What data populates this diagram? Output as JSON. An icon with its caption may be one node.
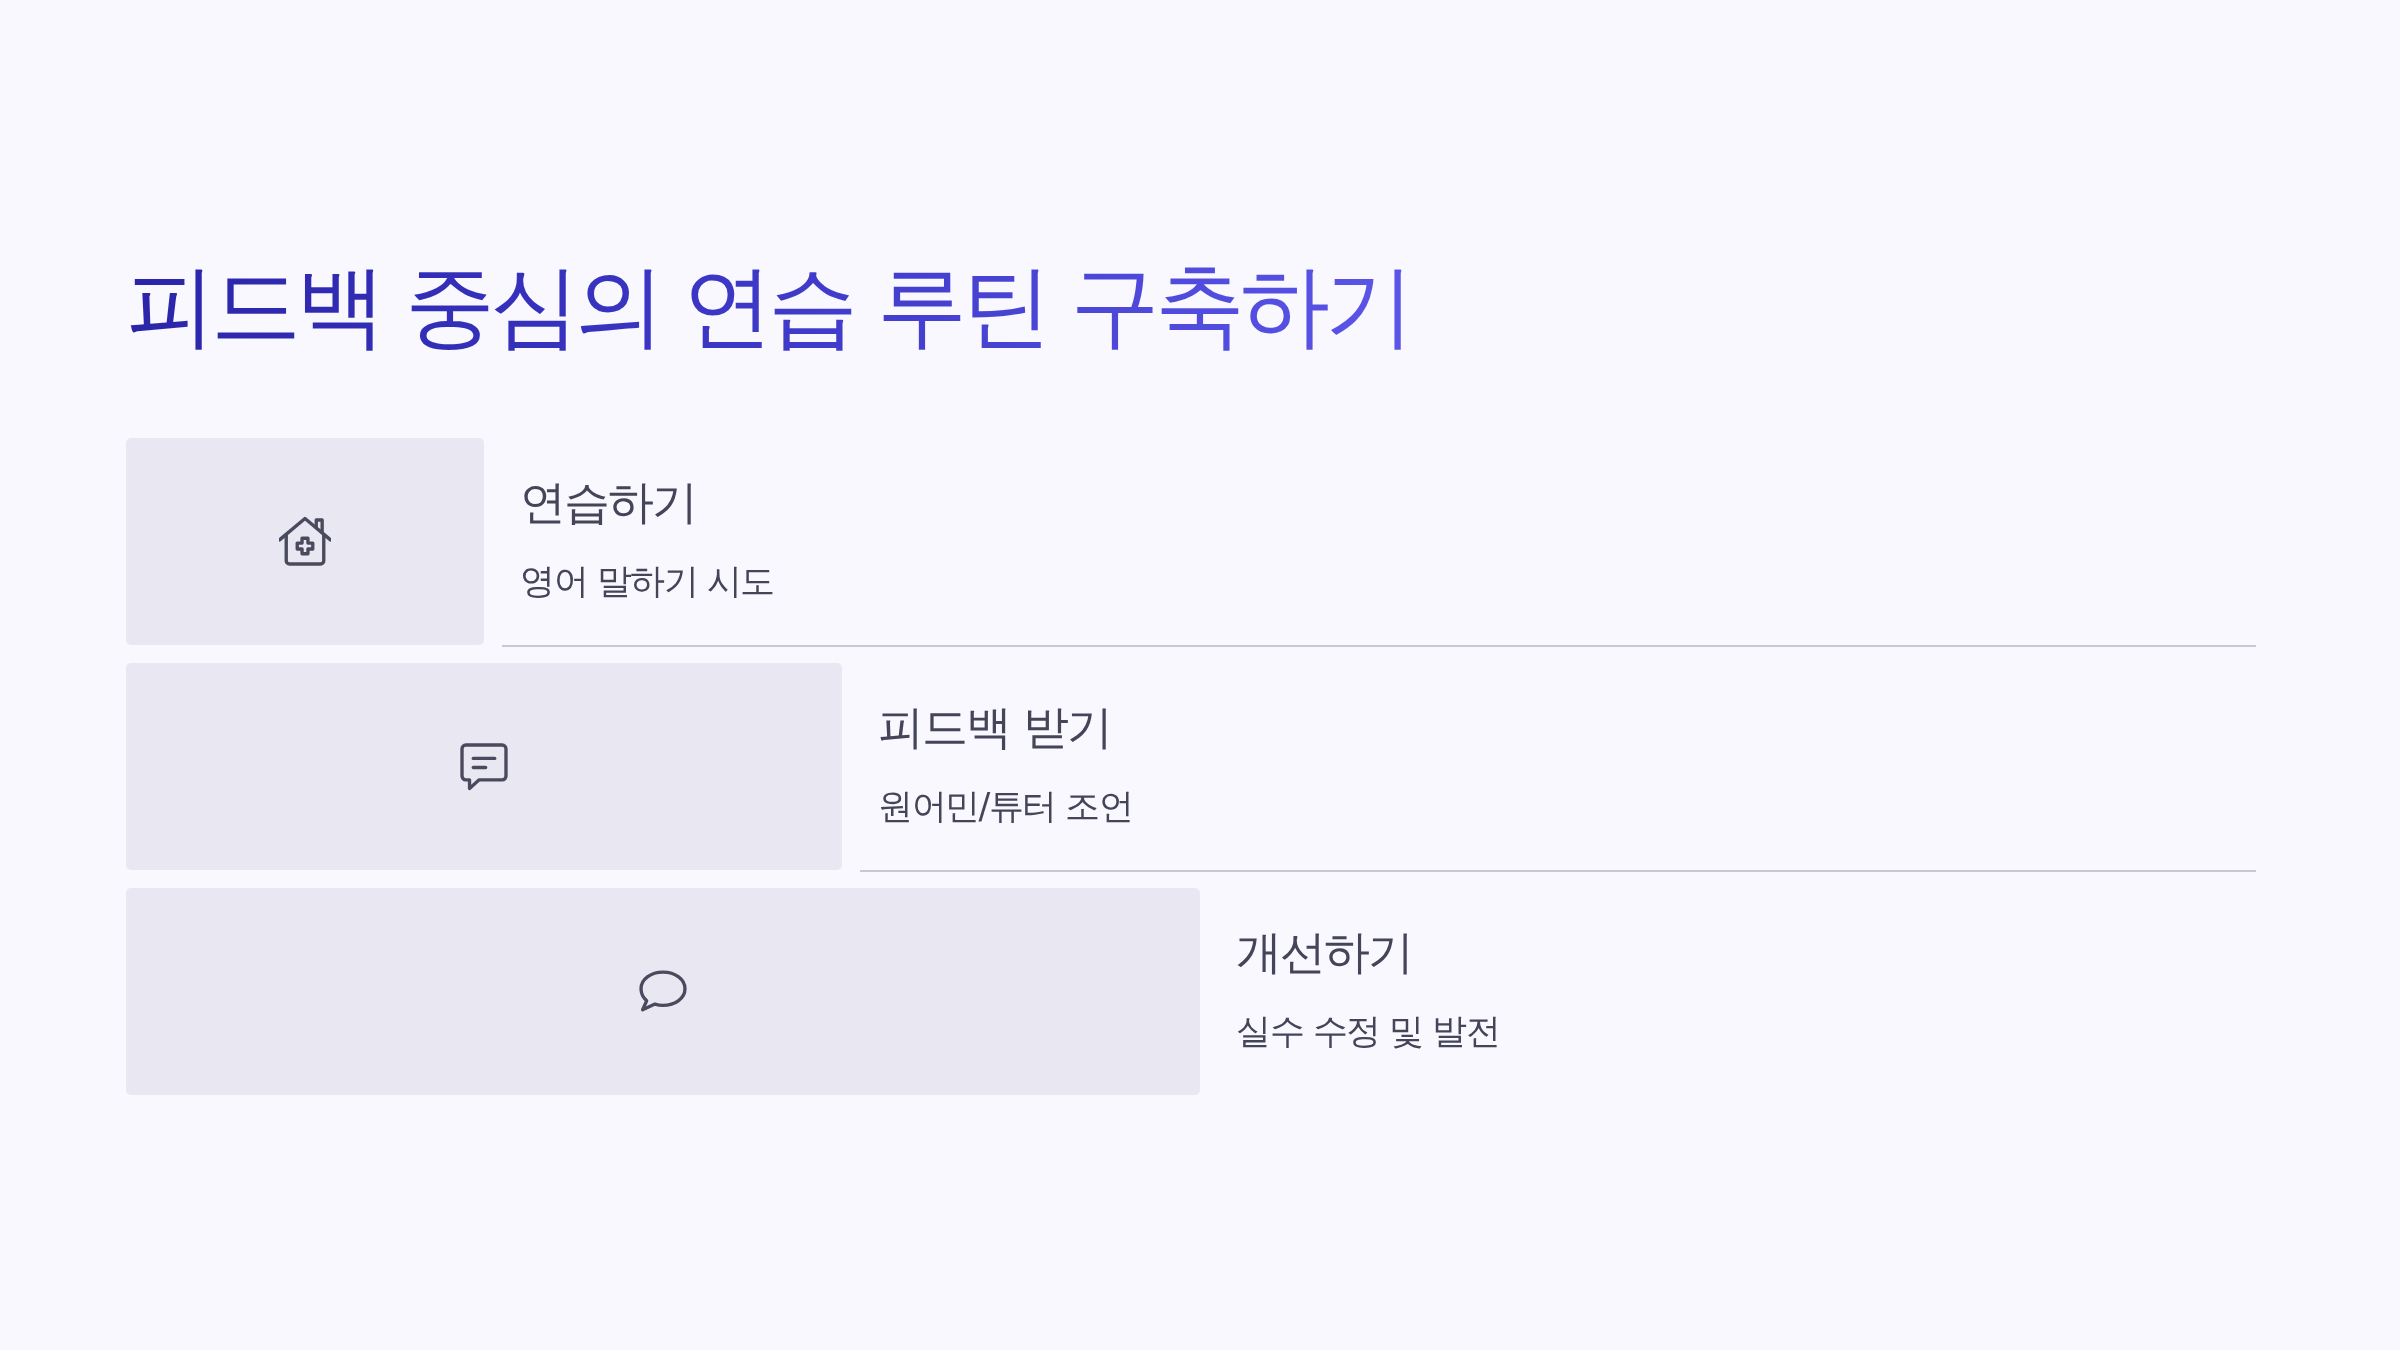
{
  "diagram": {
    "title": "피드백 중심의 연습 루틴 구축하기",
    "nodes": [
      {
        "text": [
          "연습하기",
          "영어 말하기 시도"
        ]
      },
      {
        "text": [
          "피드백 받기",
          "원어민/튜터 조언"
        ]
      },
      {
        "text": [
          "개선하기",
          "실수 수정 및 발전"
        ]
      }
    ]
  }
}
